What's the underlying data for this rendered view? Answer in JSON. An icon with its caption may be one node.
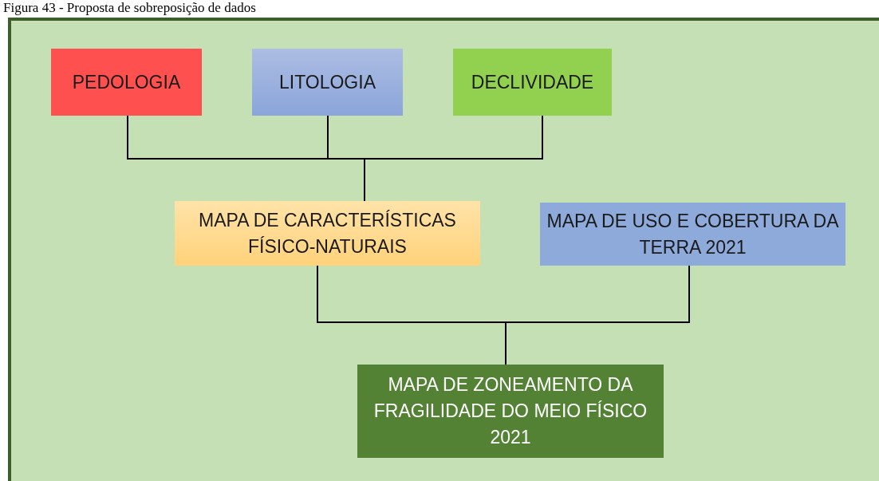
{
  "diagram": {
    "title": "Figura 43 - Proposta de sobreposição de dados",
    "nodes": [
      {
        "text": [
          "PEDOLOGIA"
        ]
      },
      {
        "text": [
          "LITOLOGIA"
        ]
      },
      {
        "text": [
          "DECLIVIDADE"
        ]
      },
      {
        "text": [
          "MAPA DE CARACTERÍSTICAS FÍSICO-NATURAIS"
        ]
      },
      {
        "text": [
          "MAPA DE USO E COBERTURA DA TERRA 2021"
        ]
      },
      {
        "text": [
          "MAPA DE ZONEAMENTO DA FRAGILIDADE DO MEIO FÍSICO 2021"
        ]
      }
    ],
    "edges": [
      {
        "from": 0,
        "to": 3,
        "arrow": "none"
      },
      {
        "from": 1,
        "to": 3,
        "arrow": "none"
      },
      {
        "from": 2,
        "to": 3,
        "arrow": "none"
      },
      {
        "from": 3,
        "to": 5,
        "arrow": "none"
      },
      {
        "from": 4,
        "to": 5,
        "arrow": "none"
      }
    ]
  }
}
